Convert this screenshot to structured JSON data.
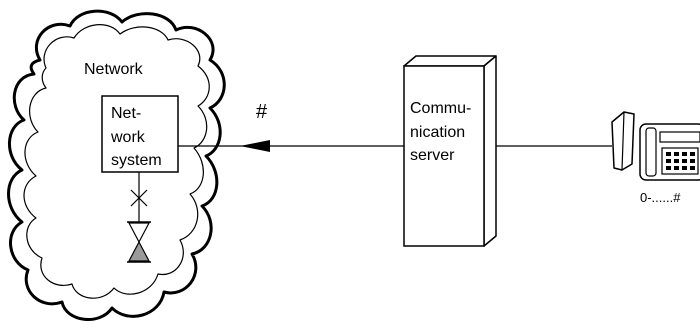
{
  "network": {
    "label": "Network",
    "system_lines": [
      "Net-",
      "work",
      "system"
    ]
  },
  "signal": {
    "label": "#"
  },
  "server": {
    "lines": [
      "Commu-",
      "nication",
      "server"
    ]
  },
  "phone": {
    "dial_text": "0-......#"
  },
  "colors": {
    "stroke": "#000000",
    "hourglass_fill": "#9a9a9a",
    "background": "#ffffff"
  }
}
